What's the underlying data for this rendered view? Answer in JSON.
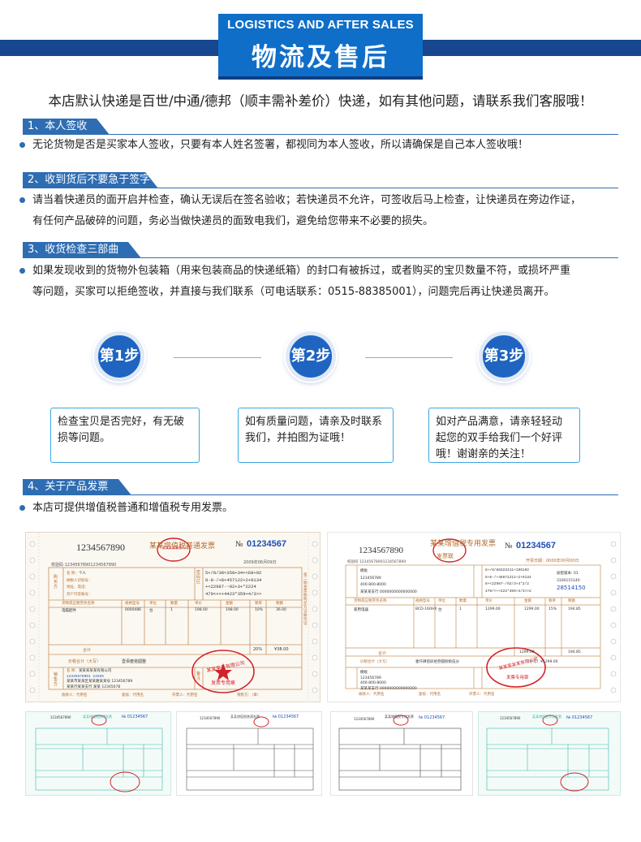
{
  "header": {
    "title_en": "LOGISTICS AND AFTER SALES",
    "title_cn": "物流及售后"
  },
  "notice": "本店默认快递是百世/中通/德邦（顺丰需补差价）快递，如有其他问题，请联系我们客服哦！",
  "sections": [
    {
      "tag": "1、本人签收",
      "lines": [
        "无论货物是否是买家本人签收，只要有本人姓名签署，都视同为本人签收，所以请确保是自己本人签收哦！"
      ]
    },
    {
      "tag": "2、收到货后不要急于签字",
      "lines": [
        "请当着快递员的面开启并检查，确认无误后在签名验收；若快递员不允许，可签收后马上检查，让快递员在旁边作证，",
        "有任何产品破碎的问题，务必当做快递员的面致电我们，避免给您带来不必要的损失。"
      ]
    },
    {
      "tag": "3、收货检查三部曲",
      "lines": [
        "如果发现收到的货物外包装箱（用来包装商品的快递纸箱）的封口有被拆过，或者购买的宝贝数量不符，或损坏严重",
        "等问题，买家可以拒绝签收，并直接与我们联系（可电话联系：0515-88385001），问题完后再让快递员离开。"
      ]
    },
    {
      "tag": "4、关于产品发票",
      "lines": [
        "本店可提供增值税普通和增值税专用发票。"
      ]
    }
  ],
  "steps": [
    {
      "label": "第1步",
      "lines": [
        "检查宝贝是否完好，有无破",
        "损等问题。"
      ]
    },
    {
      "label": "第2步",
      "lines": [
        "如有质量问题，请亲及时联系",
        "我们，并拍图为证哦！"
      ]
    },
    {
      "label": "第3步",
      "lines": [
        "如对产品满意，请亲轻轻动",
        "起您的双手给我们一个好评",
        "哦！谢谢亲的关注！"
      ]
    }
  ],
  "invoices": {
    "left": {
      "number": "1234567890",
      "title": "某某增值税普通发票",
      "no_prefix": "№",
      "no": "01234567",
      "date": "2009年06月09日",
      "code_label": "校验码",
      "code": "12345678901234567890",
      "buyer": "购买方",
      "seller": "销售方",
      "name_row": "名    称：",
      "name_val": "个人",
      "tax_row": "纳税人识别号：",
      "addr_row": "地址、电话：",
      "bank_row": "开户行及账号：",
      "pwd_label": "密码区",
      "pwd": [
        "5+/8/38<358+34+<68+92",
        "8-8-/+8+457122+2+9134",
        "+<22987-~92+3+*2224",
        "479<+<+4423*359+4/3>>"
      ],
      "item_head": [
        "货物或应税劳务名称",
        "规格型号",
        "单位",
        "数量",
        "单价",
        "金额",
        "税率",
        "税额"
      ],
      "item": [
        "电脑配件",
        "0000486",
        "台",
        "1",
        "198.00",
        "198.00",
        "10%",
        "36.00"
      ],
      "total_label": "合计",
      "total_amount": "¥38.00",
      "total_pct": "20%",
      "price_tax_label": "价税合计（大写）",
      "price_tax_words": "壹佰叁拾圆整",
      "seller_name": "某某某某某有限公司",
      "seller_tax": "12345678901 23455",
      "seller_addr": "某某市某某区某某路某某号 123456789",
      "seller_bank": "某某行某某支行 某某 12345678",
      "note_label": "备注",
      "footer": [
        "收款人：代用名",
        "复核：代用名",
        "开票人：代用名",
        "销售方：（章）"
      ],
      "stamp1": "某某某某有限公司",
      "stamp2": "发票专用章",
      "side": "第二联：发票联 购买方记账凭证"
    },
    "right": {
      "number": "1234567890",
      "title": "某某增值税专用发票",
      "sub": "发票联",
      "no_prefix": "№",
      "no": "01234567",
      "date": "开票日期：0000年00月00日",
      "code_label": "校验码",
      "code": "12345678901234567890",
      "name_val": "模板",
      "tax_val": "123456789",
      "tel": "400-800-8000",
      "bank": "某某某支行 0000000000000000",
      "pwd": [
        "8+/8/88323411+196192",
        "8+8-/+46671211+2+9134",
        "8+<22987-/92/3+4*2/2",
        "479/<+<423*359+4/3>>2"
      ],
      "pwd_side": [
        "加密版本: 01",
        "3100115140",
        "28514150"
      ],
      "item_head": [
        "货物或应税劳务名称",
        "规格型号",
        "单位",
        "数量",
        "单价",
        "金额",
        "税率",
        "税额"
      ],
      "item": [
        "家用电器",
        "BCD-160HX",
        "台",
        "1",
        "1299.00",
        "1299.00",
        "15%",
        "194.85"
      ],
      "total_label": "合计",
      "total_amount": "1299.00",
      "total_tax": "194.85",
      "price_tax_label": "价税合计（大写）",
      "price_tax_words": "壹仟肆佰玖拾叁圆捌角伍分",
      "price_tax_small": "（小写）¥1299.00",
      "stamp1": "某某某某某有限公司",
      "stamp2": "发票专用章",
      "footer": [
        "收款人：代用名",
        "复核：代用名",
        "开票人：代用名"
      ]
    },
    "thumbs": [
      {
        "number": "1234567890",
        "title": "某某增值税普通发票",
        "no": "№ 01234567",
        "color": "#3fb8a8"
      },
      {
        "number": "1234567890",
        "title": "某某增值税普通发票",
        "no": "№ 01234567",
        "color": "#555555"
      },
      {
        "number": "1234567890",
        "title": "某某增值税专用发票",
        "no": "№ 01234567",
        "color": "#444444"
      },
      {
        "number": "1234567890",
        "title": "某某增值税专用发票",
        "no": "№ 01234567",
        "color": "#3fb8a8"
      }
    ]
  },
  "colors": {
    "banner": "#0f6ec8",
    "band": "#16478f",
    "accent": "#2f6db3",
    "step": "#1f64c0",
    "stepbox_border": "#3aa7e2",
    "invoice_ink": "#c8905a",
    "stamp": "#d2232a"
  }
}
